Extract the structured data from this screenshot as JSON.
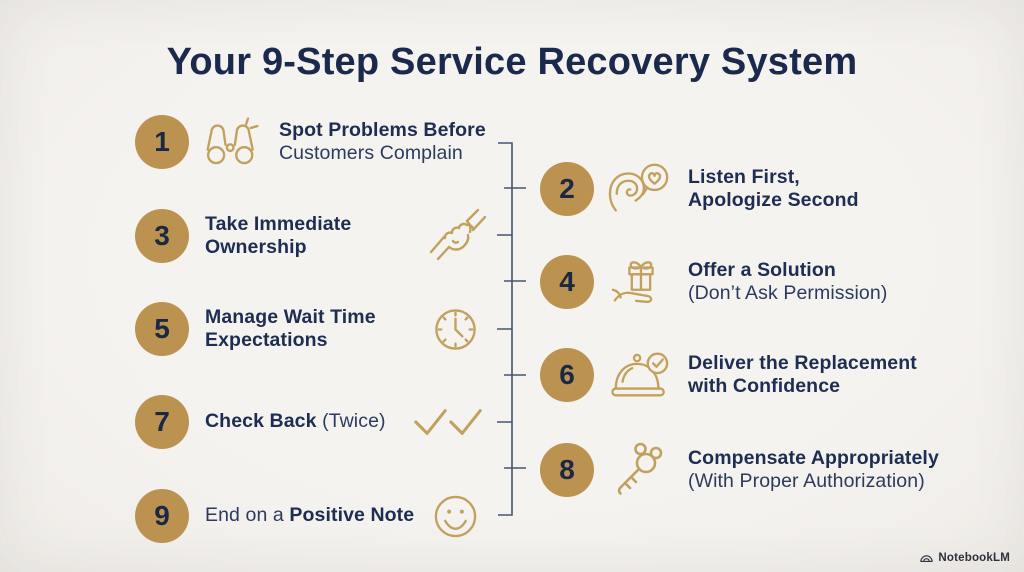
{
  "title": "Your 9-Step Service Recovery System",
  "colors": {
    "background": "#f3f1ee",
    "title_navy": "#1b294c",
    "text_navy": "#1e2d52",
    "circle_gold": "#bc9251",
    "icon_gold": "#c2a05d",
    "timeline_navy": "#44546f"
  },
  "steps": [
    {
      "number": "1",
      "icon": "binoculars-icon",
      "lines": [
        [
          {
            "t": "Spot Problems Before",
            "b": true
          }
        ],
        [
          {
            "t": "Customers Complain",
            "b": false
          }
        ]
      ]
    },
    {
      "number": "2",
      "icon": "ear-listening-icon",
      "lines": [
        [
          {
            "t": "Listen First,",
            "b": true
          }
        ],
        [
          {
            "t": "Apologize Second",
            "b": true
          }
        ]
      ]
    },
    {
      "number": "3",
      "icon": "handshake-clasp-icon",
      "lines": [
        [
          {
            "t": "Take Immediate",
            "b": true
          }
        ],
        [
          {
            "t": "Ownership",
            "b": true
          }
        ]
      ]
    },
    {
      "number": "4",
      "icon": "gift-in-hand-icon",
      "lines": [
        [
          {
            "t": "Offer a Solution",
            "b": true
          }
        ],
        [
          {
            "t": "(Don’t Ask Permission)",
            "b": false
          }
        ]
      ]
    },
    {
      "number": "5",
      "icon": "clock-icon",
      "lines": [
        [
          {
            "t": "Manage Wait Time",
            "b": true
          }
        ],
        [
          {
            "t": "Expectations",
            "b": true
          }
        ]
      ]
    },
    {
      "number": "6",
      "icon": "cloche-check-icon",
      "lines": [
        [
          {
            "t": "Deliver the Replacement",
            "b": true
          }
        ],
        [
          {
            "t": "with Confidence",
            "b": true
          }
        ]
      ]
    },
    {
      "number": "7",
      "icon": "double-checkmark-icon",
      "lines": [
        [
          {
            "t": "Check Back",
            "b": true
          },
          {
            "t": " (Twice)",
            "b": false
          }
        ]
      ]
    },
    {
      "number": "8",
      "icon": "key-icon",
      "lines": [
        [
          {
            "t": "Compensate Appropriately",
            "b": true
          }
        ],
        [
          {
            "t": "(With Proper Authorization)",
            "b": false
          }
        ]
      ]
    },
    {
      "number": "9",
      "icon": "smiley-icon",
      "lines": [
        [
          {
            "t": "End on a ",
            "b": false
          },
          {
            "t": "Positive Note",
            "b": true
          }
        ]
      ]
    }
  ],
  "watermark": {
    "name": "NotebookLM",
    "icon": "notebooklm-logo-icon"
  }
}
